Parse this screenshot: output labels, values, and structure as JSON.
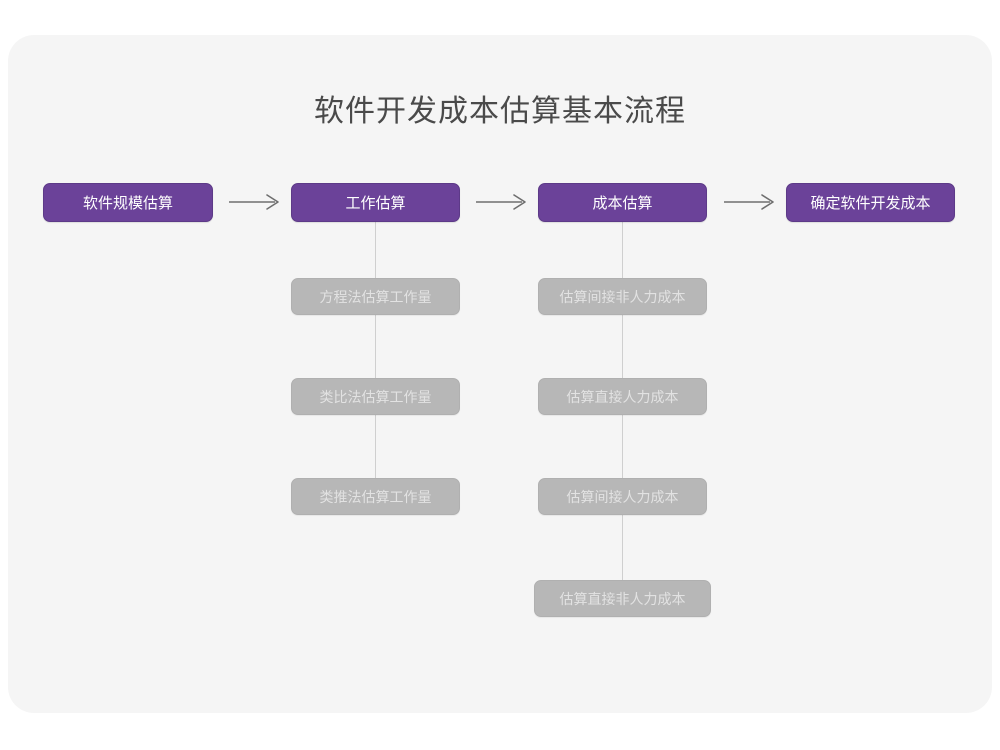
{
  "diagram": {
    "title": "软件开发成本估算基本流程",
    "type": "flowchart",
    "colors": {
      "page_background": "#ffffff",
      "card_background": "#f5f5f5",
      "primary_node": "#6b4299",
      "primary_node_border": "#5d3a88",
      "primary_node_text": "#ffffff",
      "secondary_node": "#b7b7b7",
      "secondary_node_border": "#b0b0b0",
      "secondary_node_text": "#e2e2e2",
      "connector": "#cfcfcf",
      "arrow": "#6e6e6e",
      "title_text": "#4a4a4a"
    },
    "main_steps": [
      {
        "id": "step-1",
        "label": "软件规模估算"
      },
      {
        "id": "step-2",
        "label": "工作估算"
      },
      {
        "id": "step-3",
        "label": "成本估算"
      },
      {
        "id": "step-4",
        "label": "确定软件开发成本"
      }
    ],
    "arrows": [
      {
        "id": "arrow-1",
        "from": "step-1",
        "to": "step-2",
        "glyph": "→"
      },
      {
        "id": "arrow-2",
        "from": "step-2",
        "to": "step-3",
        "glyph": "→"
      },
      {
        "id": "arrow-3",
        "from": "step-3",
        "to": "step-4",
        "glyph": "→"
      }
    ],
    "sub_steps": {
      "step_2_children": [
        {
          "id": "step-2-child-1",
          "label": "方程法估算工作量"
        },
        {
          "id": "step-2-child-2",
          "label": "类比法估算工作量"
        },
        {
          "id": "step-2-child-3",
          "label": "类推法估算工作量"
        }
      ],
      "step_3_children": [
        {
          "id": "step-3-child-1",
          "label": "估算间接非人力成本"
        },
        {
          "id": "step-3-child-2",
          "label": "估算直接人力成本"
        },
        {
          "id": "step-3-child-3",
          "label": "估算间接人力成本"
        },
        {
          "id": "step-3-child-4",
          "label": "估算直接非人力成本"
        }
      ]
    }
  }
}
